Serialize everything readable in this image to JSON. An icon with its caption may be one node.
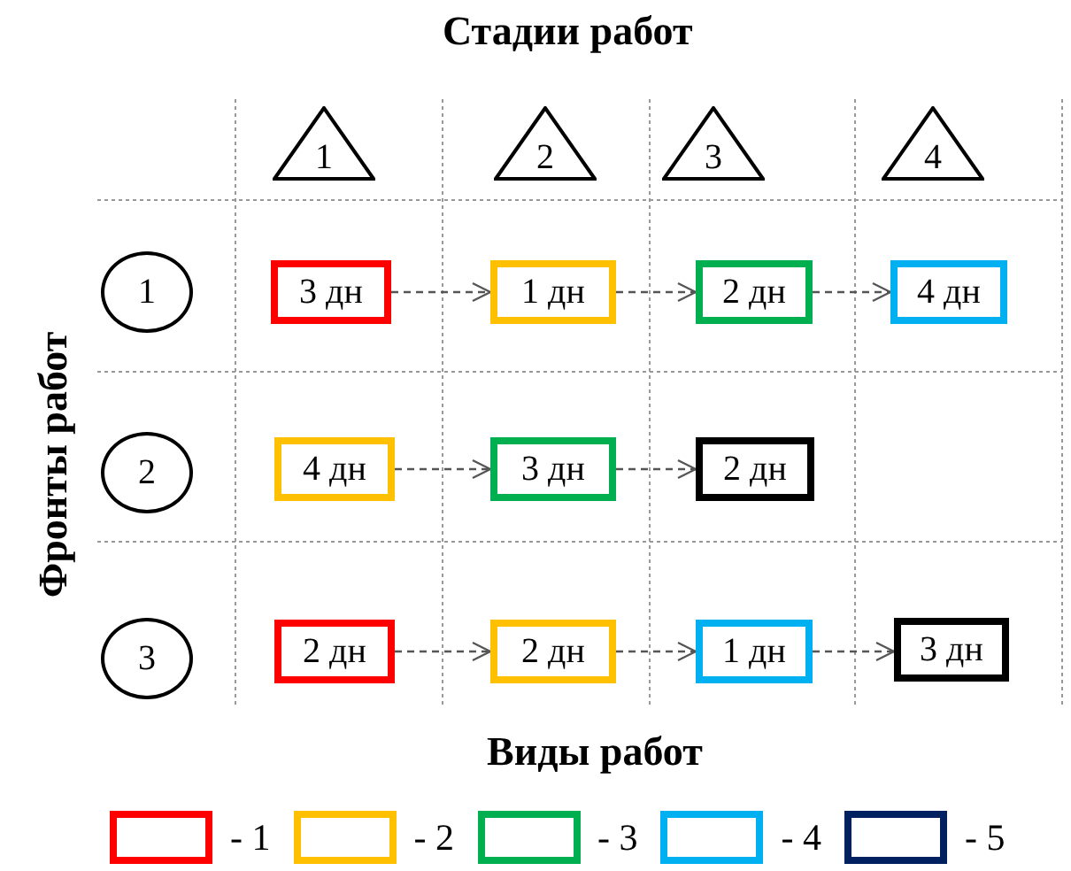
{
  "diagram": {
    "title": "Стадии работ",
    "nodes": [
      {
        "text": [
          "1"
        ]
      },
      {
        "text": [
          "2"
        ]
      },
      {
        "text": [
          "3"
        ]
      },
      {
        "text": [
          "4"
        ]
      },
      {
        "text": [
          "1"
        ]
      },
      {
        "text": [
          "3 дн"
        ]
      },
      {
        "text": [
          "1 дн"
        ]
      },
      {
        "text": [
          "2 дн"
        ]
      },
      {
        "text": [
          "4 дн"
        ]
      },
      {
        "text": [
          "2"
        ]
      },
      {
        "text": [
          "4 дн"
        ]
      },
      {
        "text": [
          "3 дн"
        ]
      },
      {
        "text": [
          "2 дн"
        ]
      },
      {
        "text": [
          "3"
        ]
      },
      {
        "text": [
          "2 дн"
        ]
      },
      {
        "text": [
          "2 дн"
        ]
      },
      {
        "text": [
          "1 дн"
        ]
      },
      {
        "text": [
          "3 дн"
        ]
      }
    ],
    "edges": [
      {
        "from": 5,
        "to": 6,
        "arrow": "to",
        "style": "dashed"
      },
      {
        "from": 6,
        "to": 7,
        "arrow": "to",
        "style": "dashed"
      },
      {
        "from": 7,
        "to": 8,
        "arrow": "to",
        "style": "dashed"
      },
      {
        "from": 10,
        "to": 11,
        "arrow": "to",
        "style": "dashed"
      },
      {
        "from": 11,
        "to": 12,
        "arrow": "to",
        "style": "dashed"
      },
      {
        "from": 14,
        "to": 15,
        "arrow": "to",
        "style": "dashed"
      },
      {
        "from": 15,
        "to": 16,
        "arrow": "to",
        "style": "dashed"
      },
      {
        "from": 16,
        "to": 17,
        "arrow": "to",
        "style": "dashed"
      }
    ],
    "labels": [
      "Фронты работ",
      "Виды работ"
    ],
    "legend": [
      {
        "text": "- 1",
        "color": "#ff0000"
      },
      {
        "text": "- 2",
        "color": "#ffc000"
      },
      {
        "text": "- 3",
        "color": "#00b050"
      },
      {
        "text": "- 4",
        "color": "#00b0f0"
      },
      {
        "text": "- 5",
        "color": "#002060"
      }
    ]
  }
}
